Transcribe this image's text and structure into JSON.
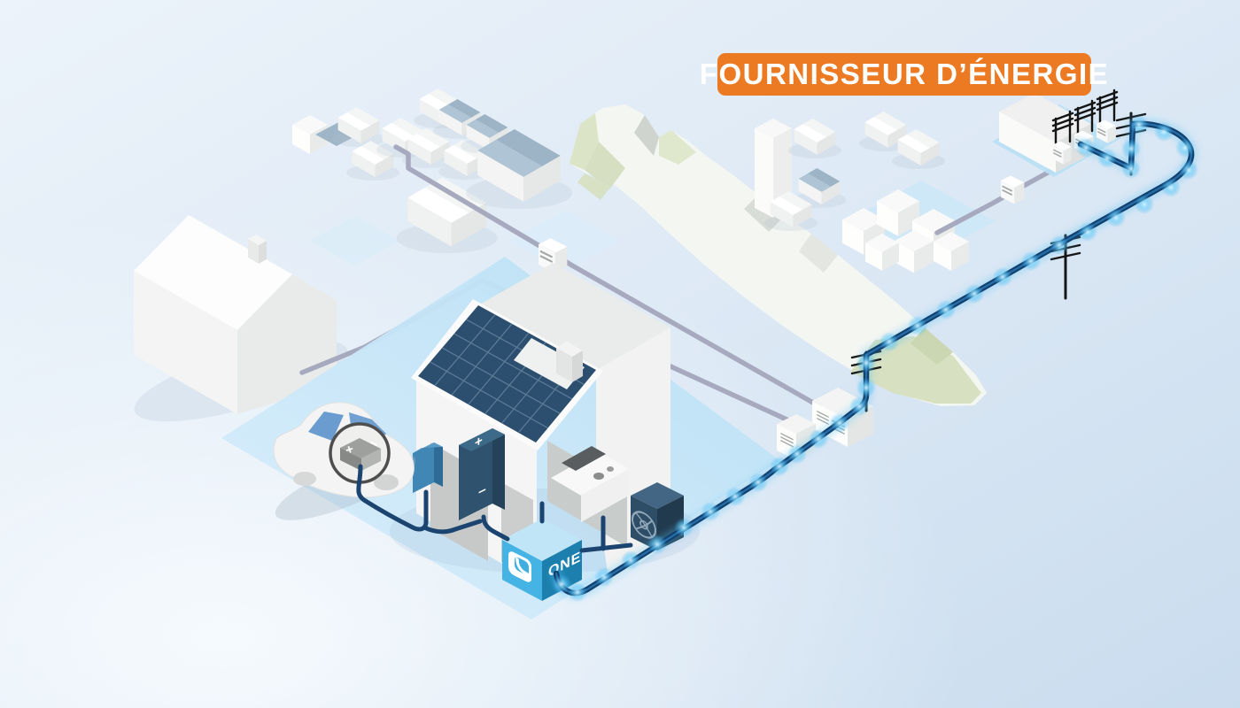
{
  "scene": {
    "type": "isometric-energy-infographic"
  },
  "badge": {
    "label": "FOURNISSEUR D’ÉNERGIE"
  },
  "cube": {
    "label": "ONE"
  },
  "home_battery": {
    "plus_label": "+",
    "minus_label": "−"
  },
  "car_battery": {
    "plus_label": "+"
  },
  "colors": {
    "badge_orange": "#EC7A23",
    "background_light": "#ECF3FA",
    "background_blue": "#C9DCEE",
    "platform_blue": "#BFE3F6",
    "solar_panel_navy": "#2C4E6F",
    "cable_gray": "#A7A9BE",
    "cable_navy": "#1C4470",
    "energy_cable_core": "#123F6D",
    "energy_glow_cyan": "#4FC3F7",
    "cube_face_left": "#45B4E4",
    "cube_face_right": "#1C7FAD",
    "cube_face_top": "#BFE5F6",
    "heat_pump_navy": "#2E4D66",
    "battery_navy": "#2F536F",
    "mountain_green": "#DCE4C8",
    "car_window_blue": "#6B9CCF"
  },
  "components": [
    {
      "name": "energy-provider-substation"
    },
    {
      "name": "power-transmission-line"
    },
    {
      "name": "utility-poles"
    },
    {
      "name": "transformer-cabinets"
    },
    {
      "name": "mountain"
    },
    {
      "name": "village-houses"
    },
    {
      "name": "city-buildings"
    },
    {
      "name": "smart-home-solar-house"
    },
    {
      "name": "solar-panels"
    },
    {
      "name": "home-battery"
    },
    {
      "name": "ev-car"
    },
    {
      "name": "wallbox-charger"
    },
    {
      "name": "heat-pump"
    },
    {
      "name": "one-energy-box"
    }
  ]
}
